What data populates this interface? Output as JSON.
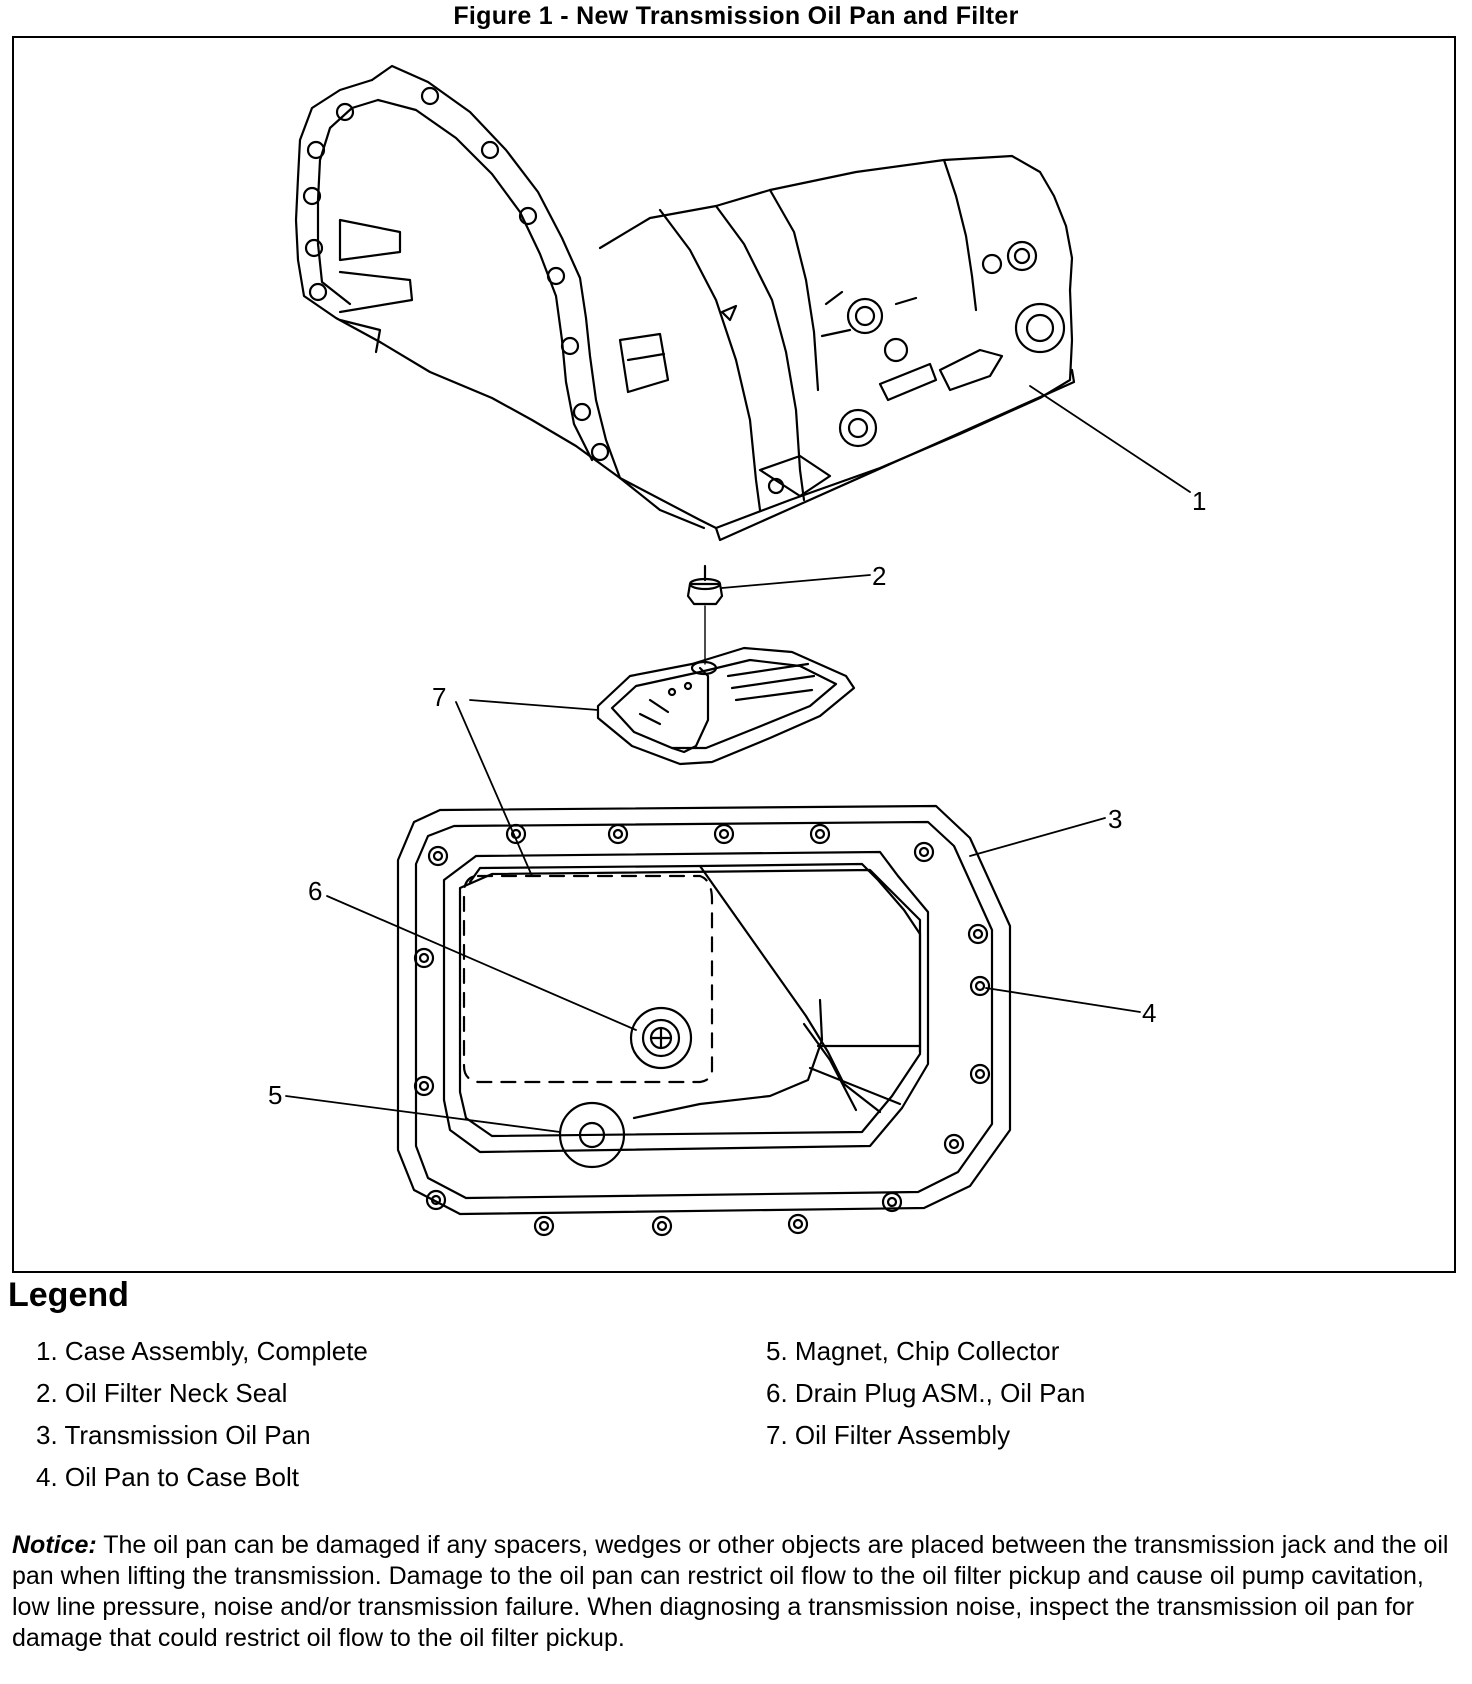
{
  "figure": {
    "title": "Figure 1 - New Transmission Oil Pan and Filter"
  },
  "callouts": [
    {
      "number": "1",
      "part": "Case Assembly, Complete"
    },
    {
      "number": "2",
      "part": "Oil Filter Neck Seal"
    },
    {
      "number": "3",
      "part": "Transmission Oil Pan"
    },
    {
      "number": "4",
      "part": "Oil Pan to Case Bolt"
    },
    {
      "number": "5",
      "part": "Magnet, Chip Collector"
    },
    {
      "number": "6",
      "part": "Drain Plug ASM., Oil Pan"
    },
    {
      "number": "7",
      "part": "Oil Filter Assembly"
    }
  ],
  "legend": {
    "title": "Legend",
    "left": [
      "1. Case Assembly, Complete",
      "2. Oil Filter Neck Seal",
      "3. Transmission Oil Pan",
      "4. Oil Pan to Case Bolt"
    ],
    "right": [
      "5. Magnet, Chip Collector",
      "6. Drain Plug ASM., Oil Pan",
      "7. Oil Filter Assembly"
    ]
  },
  "notice": {
    "label": "Notice:",
    "text": "The oil pan can be damaged if any spacers, wedges or other objects are placed between the transmission jack and the oil pan when lifting the transmission. Damage to the oil pan can restrict oil flow to the oil filter pickup and cause oil pump cavitation, low line pressure, noise and/or transmission failure. When diagnosing a transmission noise, inspect the transmission oil pan for damage that could restrict oil flow to the oil filter pickup."
  }
}
